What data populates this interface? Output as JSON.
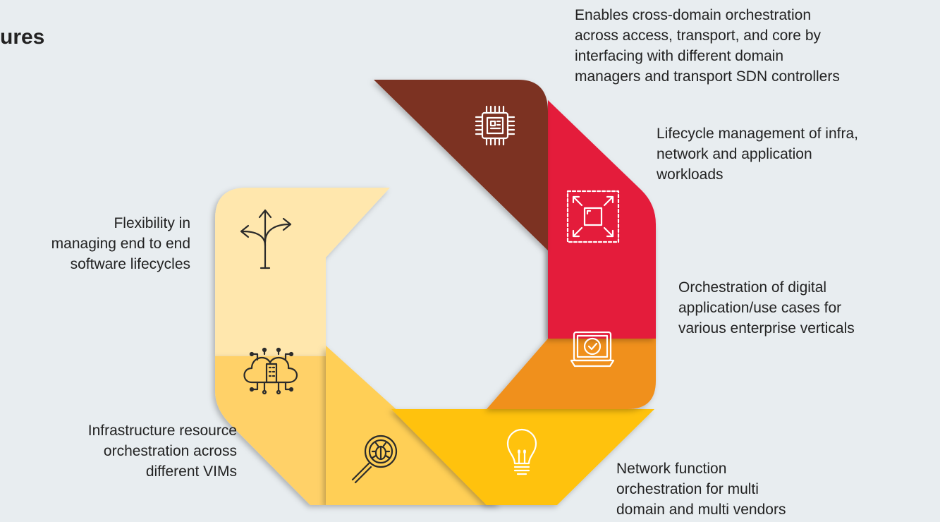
{
  "title": "ures",
  "colors": {
    "background": "#e8edf0",
    "brown": "#7b3320",
    "red": "#e41b3a",
    "orange": "#f0901f",
    "yellow": "#ffc20e",
    "light_yellow": "#ffd168",
    "pale_yellow": "#ffe7ad"
  },
  "features": [
    {
      "id": "cross-domain",
      "icon": "chip-icon",
      "color": "#7b3320",
      "lines": [
        "Enables cross-domain orchestration",
        "across access, transport,  and core by",
        "interfacing with different domain",
        "managers  and transport SDN controllers"
      ]
    },
    {
      "id": "lifecycle",
      "icon": "expand-icon",
      "color": "#e41b3a",
      "lines": [
        "Lifecycle management  of infra,",
        "network and application",
        "workloads"
      ]
    },
    {
      "id": "digital-app",
      "icon": "laptop-check-icon",
      "color": "#f0901f",
      "lines": [
        "Orchestration  of digital",
        "application/use  cases for",
        "various  enterprise verticals"
      ]
    },
    {
      "id": "network-function",
      "icon": "lightbulb-icon",
      "color": "#ffc20e",
      "lines": [
        "Network function",
        "orchestration  for multi",
        "domain and multi  vendors"
      ]
    },
    {
      "id": "infrastructure",
      "icon": "bug-search-icon",
      "color": "#ffd168",
      "lines": [
        "Infrastructure resource",
        "orchestration  across",
        "different VIMs"
      ]
    },
    {
      "id": "flexibility",
      "icon": "split-arrows-icon",
      "color": "#ffe7ad",
      "lines": [
        "Flexibility in",
        "managing end to end",
        "software lifecycles"
      ]
    }
  ],
  "extra_icons": [
    "cloud-building-icon"
  ]
}
